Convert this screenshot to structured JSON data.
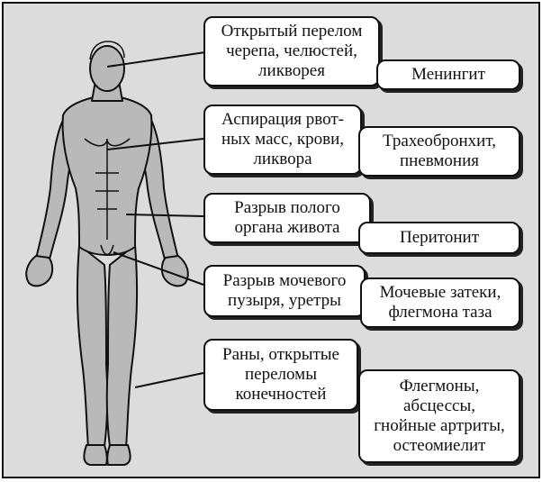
{
  "injuries": [
    {
      "cause": "Открытый перелом\nчерепа, челюстей,\nликворея",
      "complication": "Менингит"
    },
    {
      "cause": "Аспирация рвот-\nных масс, крови,\nликвора",
      "complication": "Трахеобронхит,\nпневмония"
    },
    {
      "cause": "Разрыв полого\nоргана живота",
      "complication": "Перитонит"
    },
    {
      "cause": "Разрыв мочевого\nпузыря, уретры",
      "complication": "Мочевые затеки,\nфлегмона таза"
    },
    {
      "cause": "Раны, открытые\nпереломы\nконечностей",
      "complication": "Флегмоны,\nабсцессы,\nгнойные артриты,\nостеомиелит"
    }
  ]
}
